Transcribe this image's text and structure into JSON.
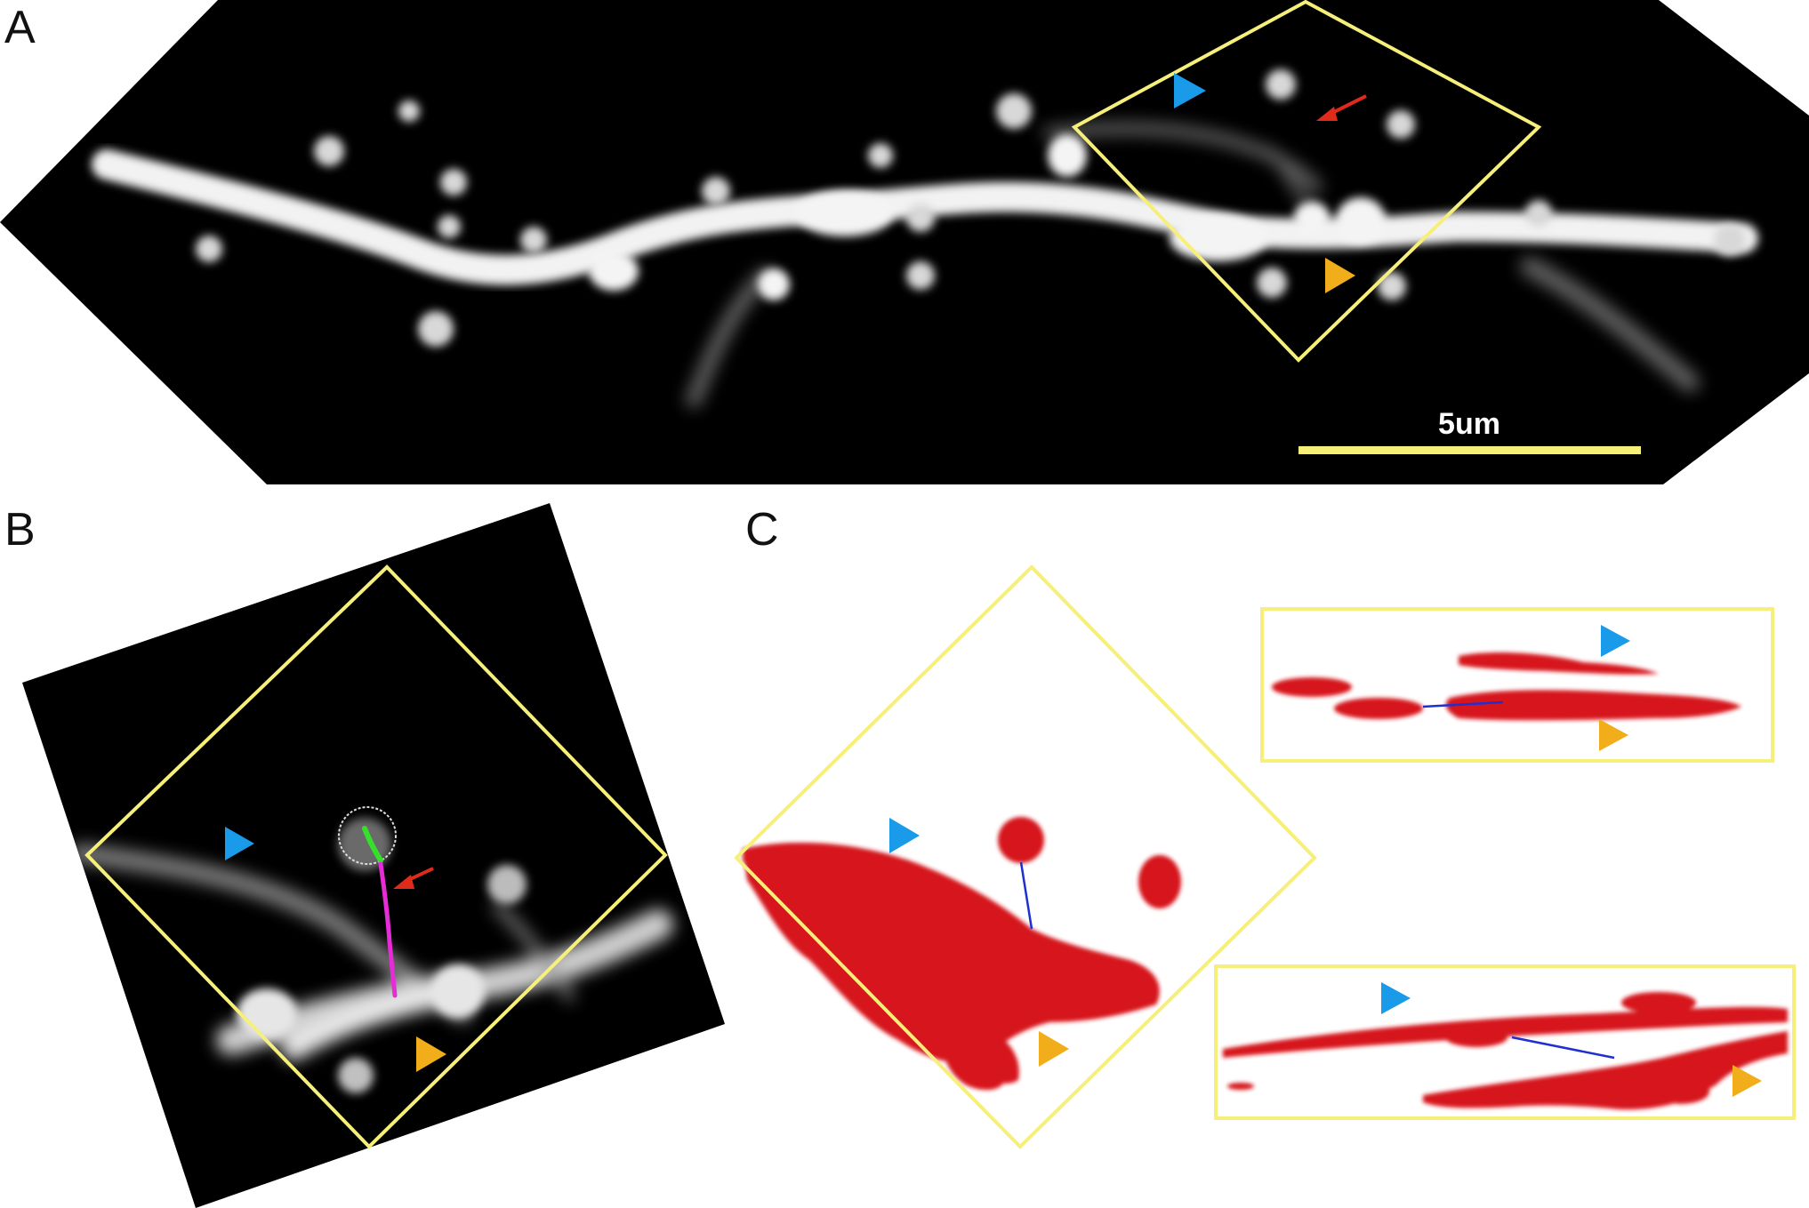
{
  "figure": {
    "panel_labels": {
      "a": "A",
      "b": "B",
      "c": "C"
    },
    "scale_bar": {
      "label": "5um"
    },
    "markers": {
      "blue_arrowhead": "triangle-marker",
      "orange_arrowhead": "triangle-marker",
      "red_arrow": "arrow-marker"
    },
    "colors": {
      "roi_box": "#f6ef7a",
      "blue_marker": "#1a9bea",
      "orange_marker": "#f2ad1a",
      "red_marker": "#e02a1a",
      "surface_red": "#d6161c",
      "neck_trace": "#e52cd6",
      "head_trace": "#36e02a",
      "neck_line_3d": "#1f2fd0",
      "micrograph_bg": "#000000"
    }
  }
}
